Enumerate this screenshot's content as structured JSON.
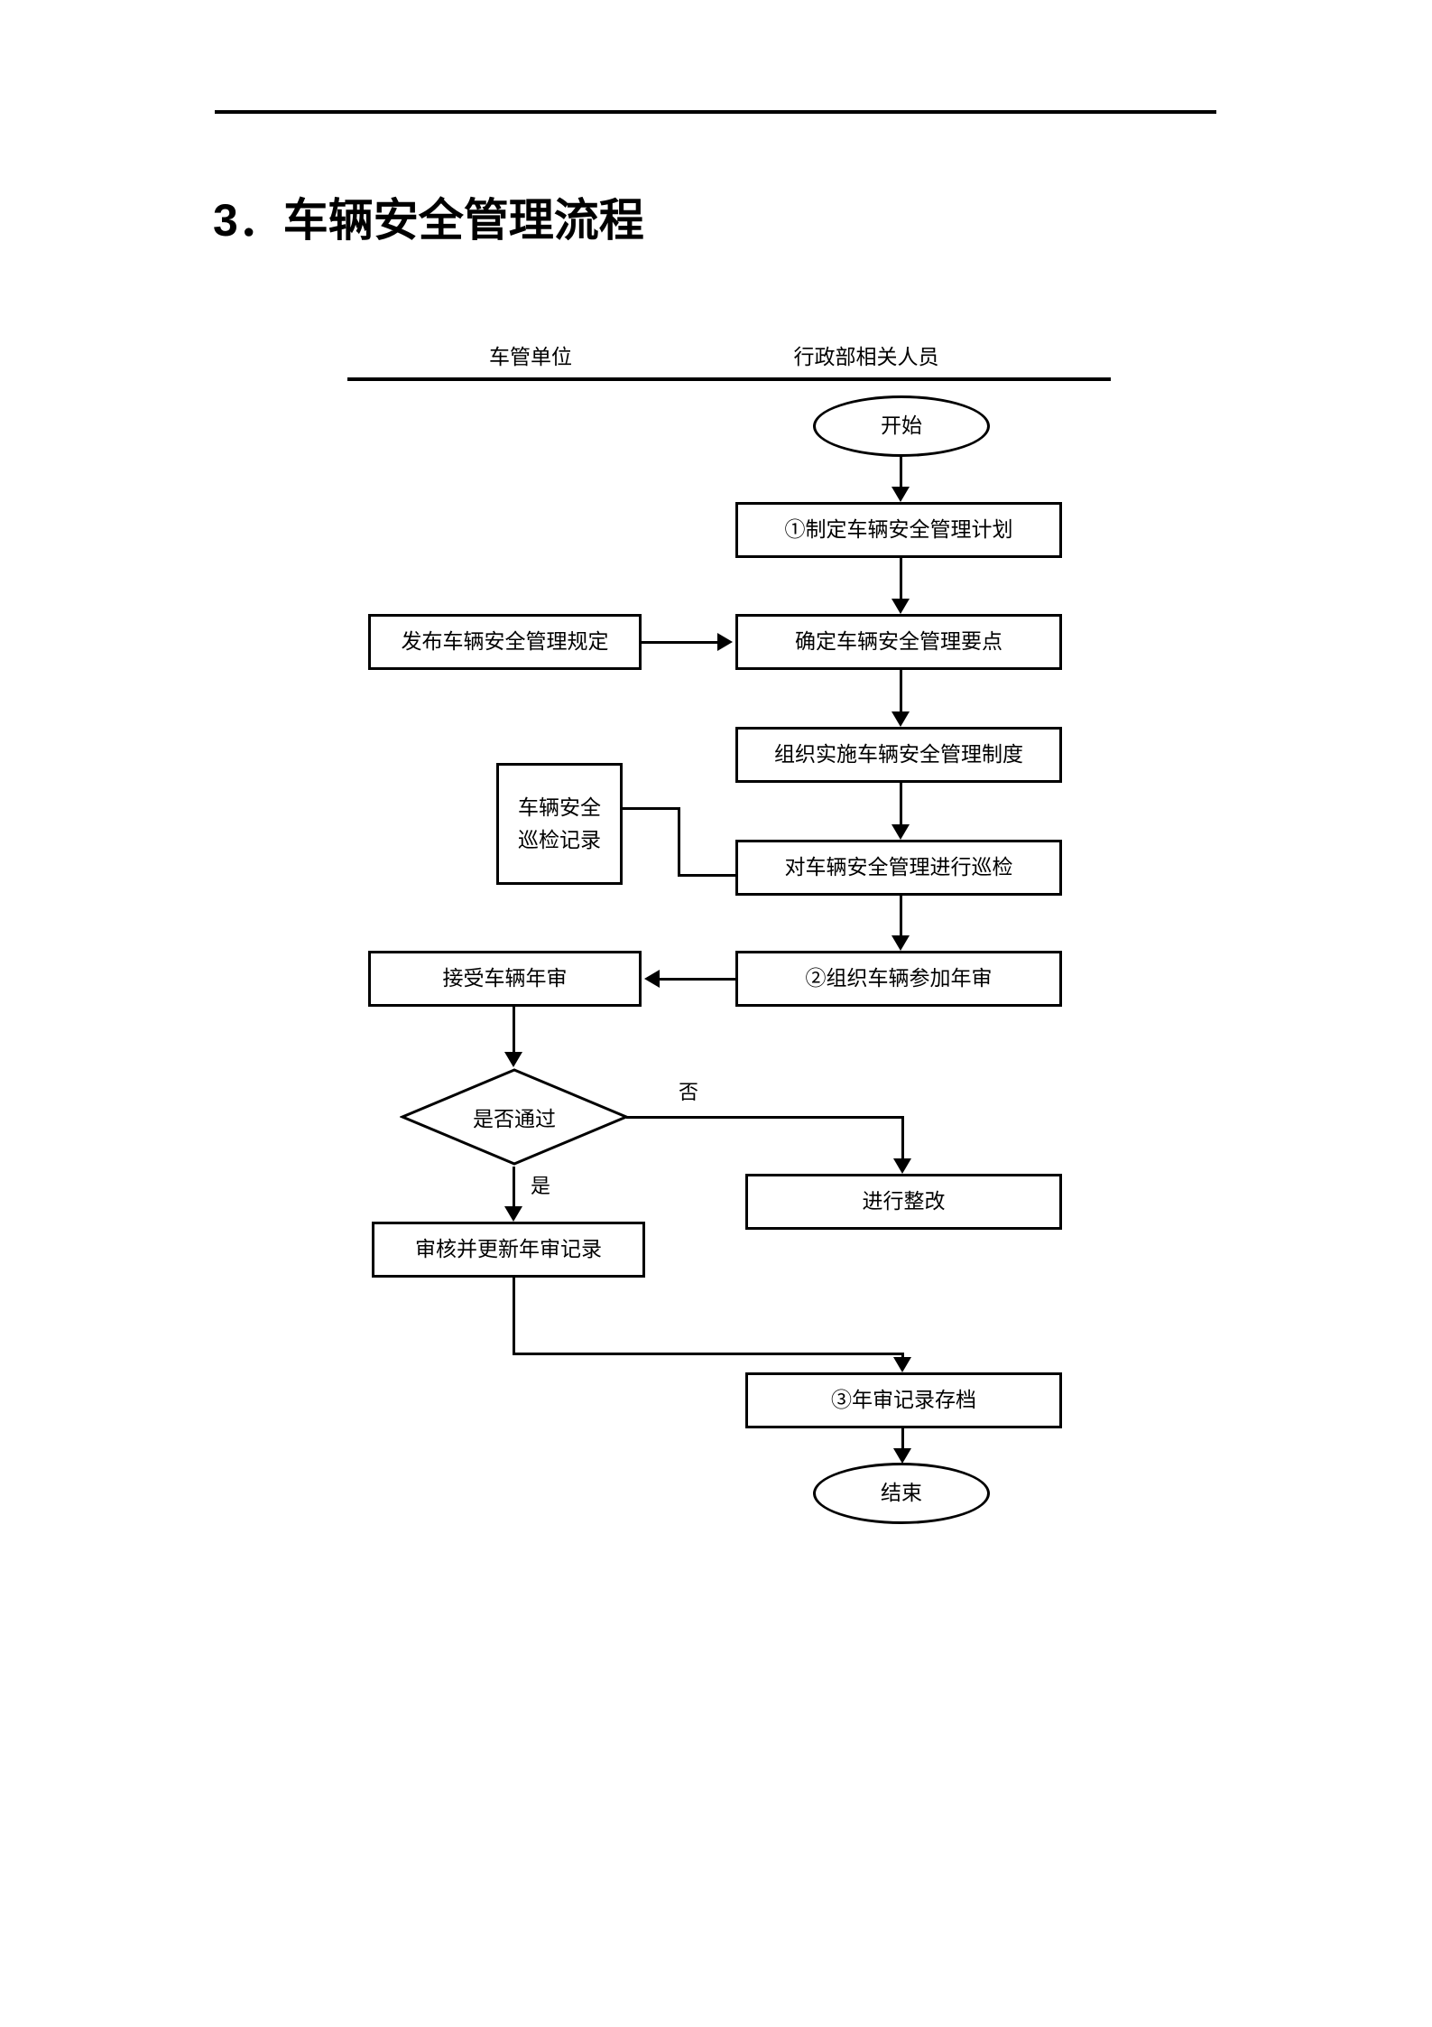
{
  "document": {
    "title": "3．车辆安全管理流程"
  },
  "lanes": [
    {
      "label": "车管单位"
    },
    {
      "label": "行政部相关人员"
    }
  ],
  "flowchart": {
    "type": "flowchart",
    "nodes": [
      {
        "id": "start",
        "shape": "ellipse",
        "lane": "行政部相关人员",
        "text": "开始"
      },
      {
        "id": "plan",
        "shape": "process",
        "lane": "行政部相关人员",
        "text": "①制定车辆安全管理计划"
      },
      {
        "id": "publish",
        "shape": "process",
        "lane": "车管单位",
        "text": "发布车辆安全管理规定"
      },
      {
        "id": "keypoints",
        "shape": "process",
        "lane": "行政部相关人员",
        "text": "确定车辆安全管理要点"
      },
      {
        "id": "implement",
        "shape": "process",
        "lane": "行政部相关人员",
        "text": "组织实施车辆安全管理制度"
      },
      {
        "id": "record",
        "shape": "process",
        "lane": "车管单位",
        "text": "车辆安全\n巡检记录"
      },
      {
        "id": "inspect",
        "shape": "process",
        "lane": "行政部相关人员",
        "text": "对车辆安全管理进行巡检"
      },
      {
        "id": "accept",
        "shape": "process",
        "lane": "车管单位",
        "text": "接受车辆年审"
      },
      {
        "id": "organize",
        "shape": "process",
        "lane": "行政部相关人员",
        "text": "②组织车辆参加年审"
      },
      {
        "id": "decision",
        "shape": "diamond",
        "lane": "车管单位",
        "text": "是否通过"
      },
      {
        "id": "rectify",
        "shape": "process",
        "lane": "行政部相关人员",
        "text": "进行整改"
      },
      {
        "id": "update",
        "shape": "process",
        "lane": "车管单位",
        "text": "审核并更新年审记录"
      },
      {
        "id": "archive",
        "shape": "process",
        "lane": "行政部相关人员",
        "text": "③年审记录存档"
      },
      {
        "id": "end",
        "shape": "ellipse",
        "lane": "行政部相关人员",
        "text": "结束"
      }
    ],
    "edges": [
      {
        "from": "start",
        "to": "plan",
        "label": ""
      },
      {
        "from": "plan",
        "to": "keypoints",
        "label": ""
      },
      {
        "from": "publish",
        "to": "keypoints",
        "label": ""
      },
      {
        "from": "keypoints",
        "to": "implement",
        "label": ""
      },
      {
        "from": "implement",
        "to": "inspect",
        "label": ""
      },
      {
        "from": "record",
        "to": "inspect",
        "label": ""
      },
      {
        "from": "inspect",
        "to": "organize",
        "label": ""
      },
      {
        "from": "organize",
        "to": "accept",
        "label": ""
      },
      {
        "from": "accept",
        "to": "decision",
        "label": ""
      },
      {
        "from": "decision",
        "to": "rectify",
        "label": "否"
      },
      {
        "from": "decision",
        "to": "update",
        "label": "是"
      },
      {
        "from": "update",
        "to": "archive",
        "label": ""
      },
      {
        "from": "archive",
        "to": "end",
        "label": ""
      }
    ],
    "edge_labels": {
      "no": "否",
      "yes": "是"
    }
  },
  "colors": {
    "stroke": "#000000",
    "fill": "#ffffff",
    "text": "#000000"
  }
}
